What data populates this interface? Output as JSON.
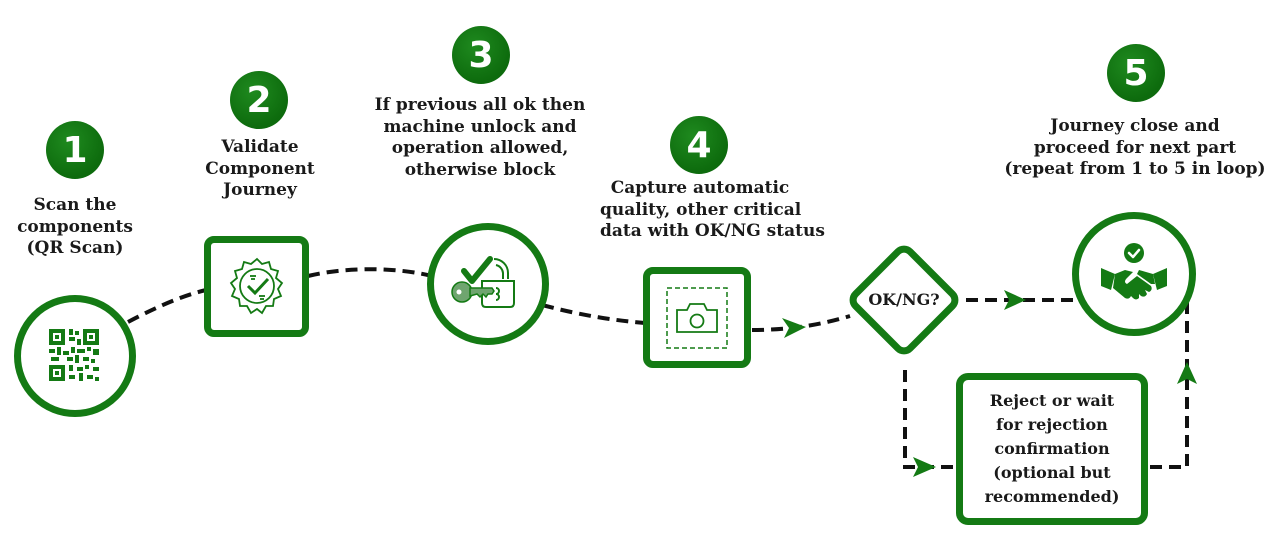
{
  "diagram": {
    "colors": {
      "primary": "#147a14",
      "badge": "#0d6b0d",
      "connector": "#111111",
      "arrow": "#147a14",
      "text": "#1a1a1a"
    },
    "steps": [
      {
        "number": "1",
        "label_lines": [
          "Scan the",
          "components",
          "(QR Scan)"
        ],
        "icon": "qr-code-icon",
        "shape": "circle"
      },
      {
        "number": "2",
        "label_lines": [
          "Validate",
          "Component",
          "Journey"
        ],
        "icon": "verified-badge-icon",
        "shape": "rounded-square"
      },
      {
        "number": "3",
        "label_lines": [
          "If previous all ok then",
          "machine unlock and",
          "operation allowed,",
          "otherwise block"
        ],
        "icon": "key-unlock-icon",
        "shape": "circle"
      },
      {
        "number": "4",
        "label_lines": [
          "Capture automatic",
          "quality, other critical",
          "data with OK/NG status"
        ],
        "icon": "camera-capture-icon",
        "shape": "rounded-square"
      },
      {
        "number": "5",
        "label_lines": [
          "Journey close and",
          "proceed for next part",
          "(repeat from 1 to 5 in loop)"
        ],
        "icon": "handshake-check-icon",
        "shape": "circle"
      }
    ],
    "decision": {
      "label": "OK/NG?"
    },
    "reject": {
      "label_lines": [
        "Reject or wait",
        "for rejection",
        "confirmation",
        "(optional but",
        "recommended)"
      ]
    }
  }
}
